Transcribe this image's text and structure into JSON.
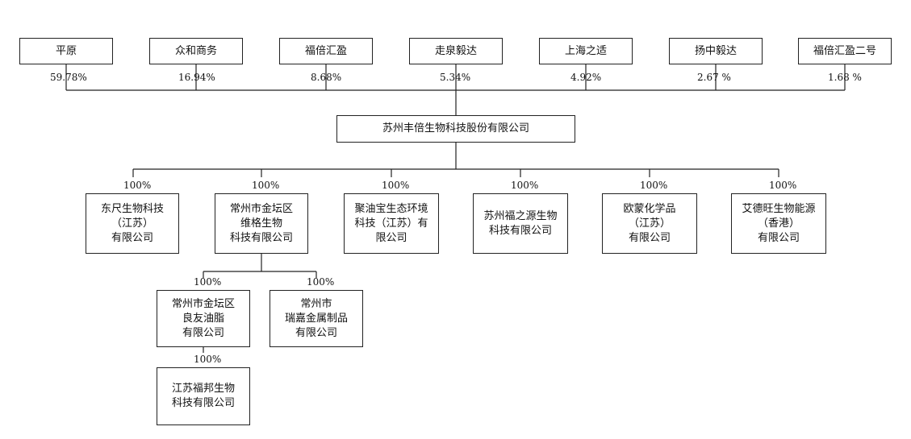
{
  "shareholders": [
    {
      "name": "平原",
      "pct": "59.78%"
    },
    {
      "name": "众和商务",
      "pct": "16.94%"
    },
    {
      "name": "福倍汇盈",
      "pct": "8.68%"
    },
    {
      "name": "走泉毅达",
      "pct": "5.34%"
    },
    {
      "name": "上海之适",
      "pct": "4.92%"
    },
    {
      "name": "扬中毅达",
      "pct": "2.67 %"
    },
    {
      "name": "福倍汇盈二号",
      "pct": "1.68 %"
    }
  ],
  "company": {
    "name": "苏州丰倍生物科技股份有限公司"
  },
  "subsidiaries": [
    {
      "name": "东尺生物科技\n（江苏）\n有限公司",
      "pct": "100%"
    },
    {
      "name": "常州市金坛区\n维格生物\n科技有限公司",
      "pct": "100%"
    },
    {
      "name": "聚油宝生态环境\n科技（江苏）有\n限公司",
      "pct": "100%"
    },
    {
      "name": "苏州福之源生物\n科技有限公司",
      "pct": "100%"
    },
    {
      "name": "欧蒙化学品\n（江苏）\n有限公司",
      "pct": "100%"
    },
    {
      "name": "艾德旺生物能源\n（香港）\n有限公司",
      "pct": "100%"
    }
  ],
  "level3": [
    {
      "name": "常州市金坛区\n良友油脂\n有限公司",
      "pct": "100%"
    },
    {
      "name": "常州市\n瑞嘉金属制品\n有限公司",
      "pct": "100%"
    }
  ],
  "level4": [
    {
      "name": "江苏福邦生物\n科技有限公司",
      "pct": "100%"
    }
  ]
}
